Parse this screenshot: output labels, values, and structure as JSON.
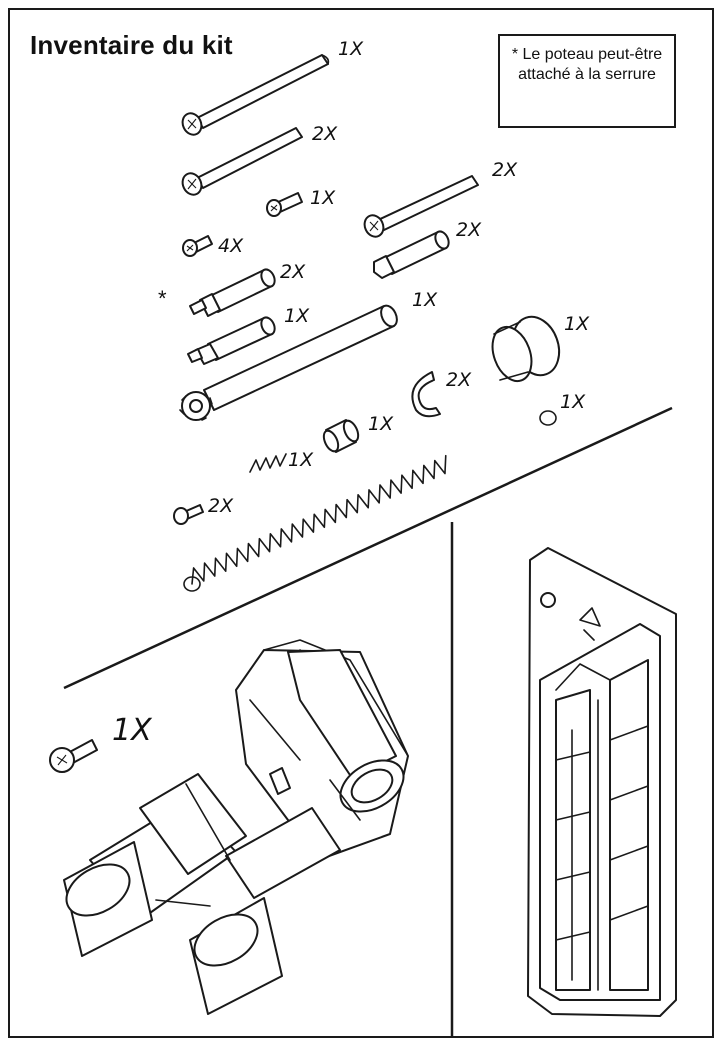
{
  "title": "Inventaire du kit",
  "note": "* Le poteau peut-être attaché à la serrure",
  "asterisk": "*",
  "quantities": {
    "long_screw": "1X",
    "medium_screw": "2X",
    "tiny_screw_left": "4X",
    "small_screw": "1X",
    "right_long_screw": "2X",
    "right_standoff": "2X",
    "post_short": "2X",
    "post_bare": "1X",
    "shaft": "1X",
    "sleeve": "1X",
    "clip": "2X",
    "bushing": "1X",
    "small_spring": "1X",
    "long_spring": "1X",
    "small_screw_lower": "2X",
    "battery_screw": "1X"
  }
}
